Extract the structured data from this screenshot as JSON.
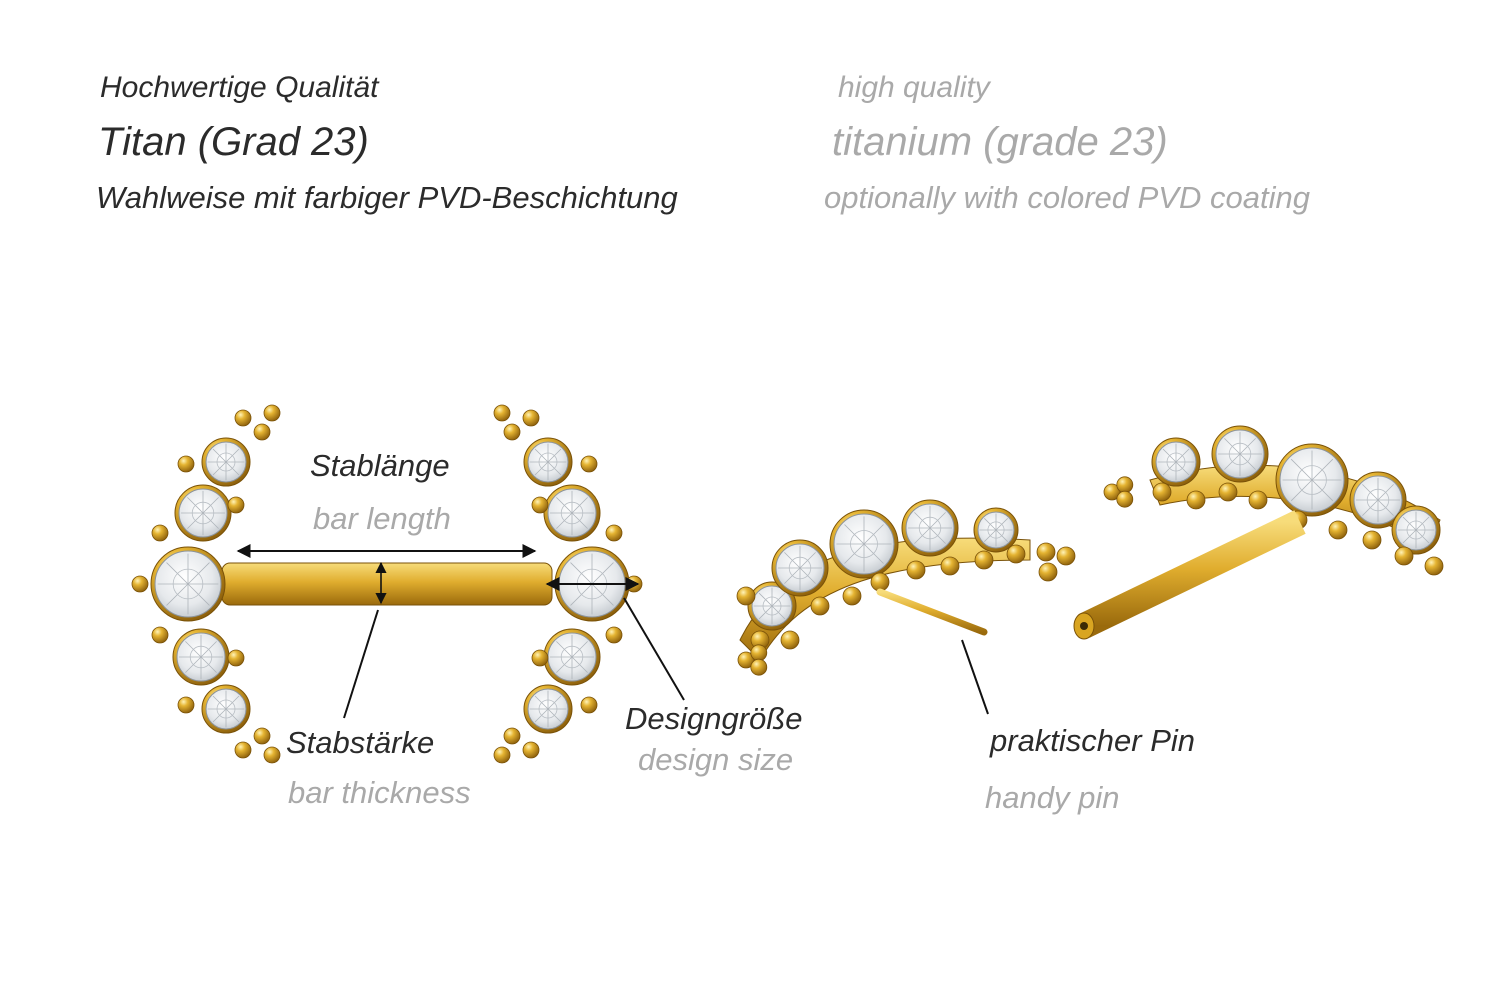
{
  "header": {
    "quality_de": "Hochwertige Qualität",
    "quality_en": "high quality",
    "material_de": "Titan (Grad 23)",
    "material_en": "titanium (grade 23)",
    "coating_de": "Wahlweise mit farbiger PVD-Beschichtung",
    "coating_en": "optionally with colored PVD coating"
  },
  "labels": {
    "bar_length_de": "Stablänge",
    "bar_length_en": "bar length",
    "bar_thickness_de": "Stabstärke",
    "bar_thickness_en": "bar thickness",
    "design_size_de": "Designgröße",
    "design_size_en": "design size",
    "pin_de": "praktischer Pin",
    "pin_en": "handy pin"
  },
  "colors": {
    "gold": "#d9a521",
    "gold_light": "#f5d56a",
    "gold_dark": "#8a5d0a",
    "crystal": "#f2f4f6",
    "label_dark": "#2b2b2b",
    "label_light": "#a9a9a9"
  }
}
